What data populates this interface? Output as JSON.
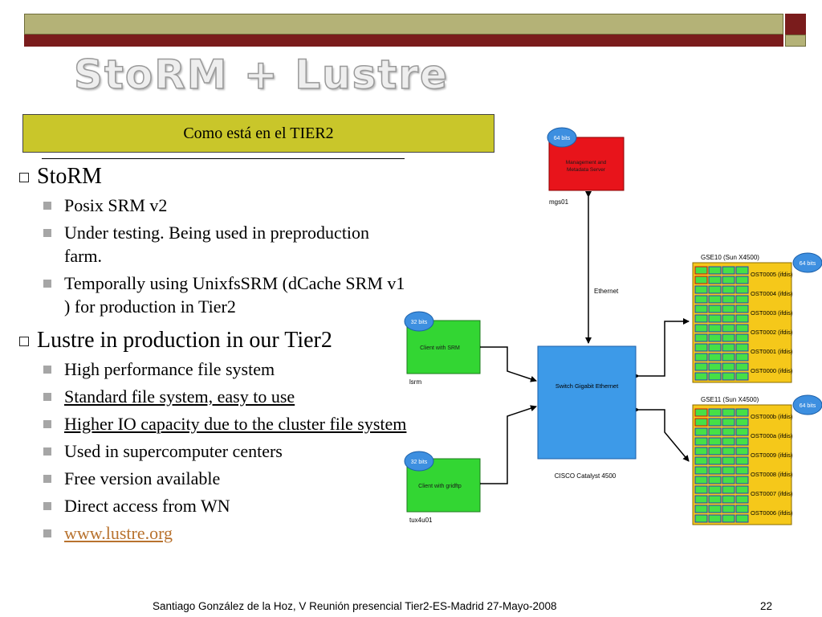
{
  "slide": {
    "title": "StoRM + Lustre",
    "subtitle": "Como está en el TIER2",
    "footer": "Santiago González de la Hoz, V Reunión presencial Tier2-ES-Madrid  27-Mayo-2008",
    "page_number": "22"
  },
  "bullets": {
    "storm": {
      "title": "StoRM",
      "items": [
        "Posix SRM v2",
        "Under testing. Being used in preproduction farm.",
        "Temporally using UnixfsSRM (dCache SRM v1 ) for production in Tier2"
      ]
    },
    "lustre": {
      "title": "Lustre in production in our Tier2",
      "items": [
        "High performance file system",
        "Standard file system, easy to use",
        "Higher IO capacity due to the cluster file system",
        "Used in supercomputer centers",
        "Free version available",
        "Direct access from WN",
        "www.lustre.org"
      ]
    }
  },
  "diagram": {
    "mgs": {
      "label": "Management and Metadata Server",
      "host": "mgs01",
      "badge": "64 bits"
    },
    "ethernet": "Ethernet",
    "switch": {
      "label": "Switch Gigabit Ethernet",
      "caption": "CISCO Catalyst 4500"
    },
    "srm": {
      "label": "Client with SRM",
      "host": "lsrm",
      "badge": "32 bits"
    },
    "gridftp": {
      "label": "Client with gridftp",
      "host": "tux4u01",
      "badge": "32 bits"
    },
    "gse10": {
      "title": "GSE10 (Sun X4500)",
      "badge": "64 bits",
      "osts": [
        "OST0005 (ifdis)",
        "OST0004 (ifdis)",
        "OST0003 (ifdis)",
        "OST0002 (ifdis)",
        "OST0001 (ifdis)",
        "OST0000 (ifdis)"
      ]
    },
    "gse11": {
      "title": "GSE11 (Sun X4500)",
      "badge": "64 bits",
      "osts": [
        "OST000b (ifdis)",
        "OST000a (ifdis)",
        "OST0009 (ifdis)",
        "OST0008 (ifdis)",
        "OST0007 (ifdis)",
        "OST0006 (ifdis)"
      ]
    }
  },
  "colors": {
    "olive": "#b4b277",
    "maroon": "#7a1c1c",
    "subtitle_bg": "#c9c62a",
    "server_red": "#e8141b",
    "switch_blue": "#3d9ae8",
    "client_green": "#33d633",
    "gse_yellow": "#f5c81a",
    "badge_blue": "#3d8fe0",
    "disk_green": "#46e046",
    "link": "#b8722e"
  }
}
